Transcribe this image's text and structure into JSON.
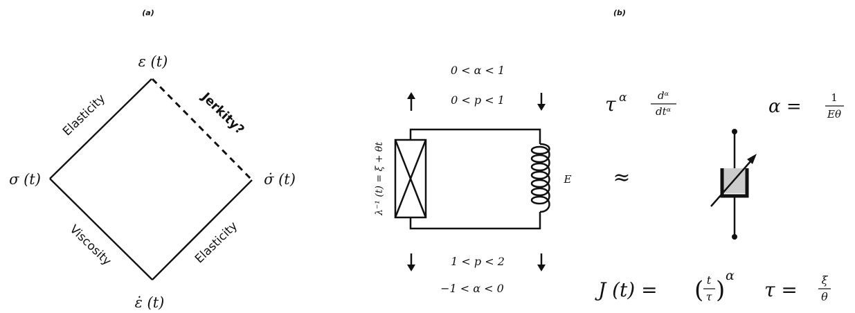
{
  "panels": {
    "a": {
      "label": "(a)",
      "nodes": {
        "top": "ε (t)",
        "left": "σ (t)",
        "right": "σ̇ (t)",
        "bottom": "ε̇ (t)"
      },
      "edges": {
        "top_left": "Elasticity",
        "top_right": "Jerkity?",
        "bottom_left": "Viscosity",
        "bottom_right": "Elasticity"
      }
    },
    "b": {
      "label": "(b)",
      "upper_alpha": "0 < α < 1",
      "upper_p": "0 < p < 1",
      "lower_p": "1 < p < 2",
      "lower_alpha": "−1 < α < 0",
      "left_element_label": "λ⁻¹ (t) = ξ + θt",
      "spring_label": "E",
      "approx": "≈",
      "operator": {
        "tau": "τ",
        "alpha_sup": "α",
        "num": "dᵅ",
        "den": "dtᵅ"
      },
      "alpha_formula": {
        "lhs": "α =",
        "num": "1",
        "den": "Eθ"
      },
      "J_formula": {
        "lhs": "J (t) =",
        "num": "t",
        "den": "τ",
        "exp": "α"
      },
      "tau_formula": {
        "lhs": "τ =",
        "num": "ξ",
        "den": "θ"
      }
    }
  }
}
